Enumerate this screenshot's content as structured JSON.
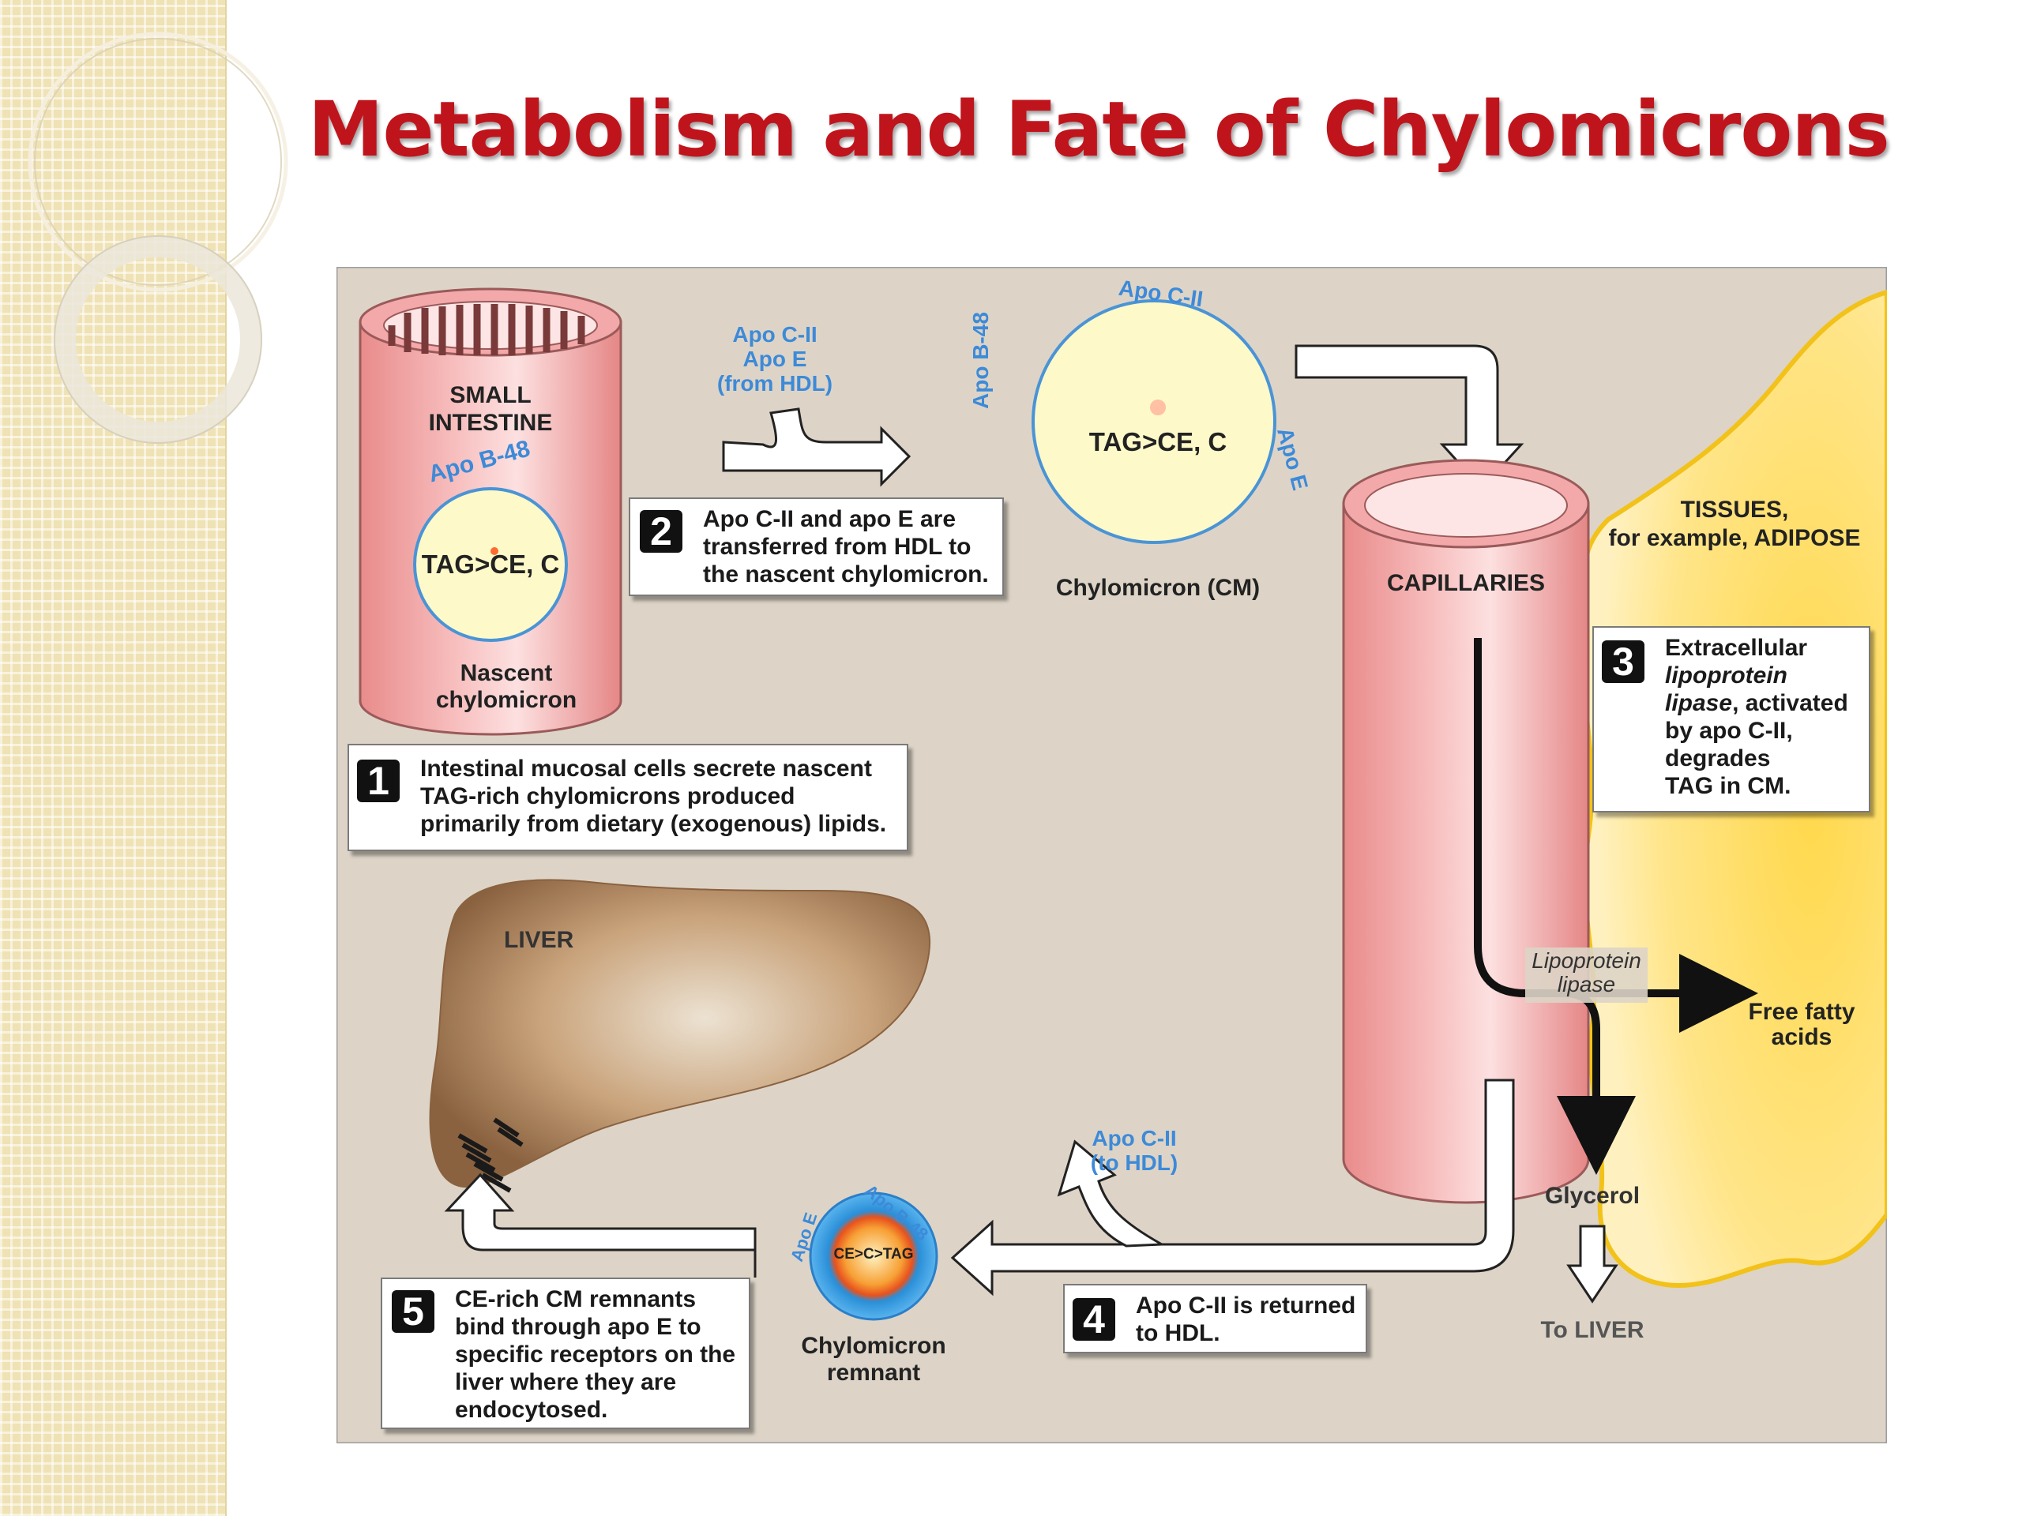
{
  "slide": {
    "title": "Metabolism and Fate of Chylomicrons"
  },
  "diagram": {
    "organs": {
      "small_intestine": "SMALL\nINTESTINE",
      "capillaries": "CAPILLARIES",
      "tissues": "TISSUES,\nfor example, ADIPOSE",
      "liver": "LIVER"
    },
    "nascent": {
      "apo": "Apo B-48",
      "core": "TAG>CE, C",
      "label": "Nascent\nchylomicron"
    },
    "transfer_label": "Apo C-II\nApo E\n(from HDL)",
    "chylomicron": {
      "apo_top": "Apo C-II",
      "apo_left": "Apo B-48",
      "apo_right": "Apo E",
      "core": "TAG>CE, C",
      "label": "Chylomicron (CM)"
    },
    "lipase_label": "Lipoprotein\nlipase",
    "products": {
      "ffa": "Free fatty\nacids",
      "glycerol": "Glycerol",
      "to_liver": "To LIVER"
    },
    "return_label": "Apo C-II\n(to HDL)",
    "remnant": {
      "apo_left": "Apo E",
      "apo_right": "Apo B-48",
      "core": "CE>C>TAG",
      "label": "Chylomicron\nremnant"
    },
    "steps": [
      {
        "num": "1",
        "text": "Intestinal mucosal cells secrete nascent\nTAG-rich chylomicrons produced\nprimarily from dietary (exogenous) lipids."
      },
      {
        "num": "2",
        "text": "Apo C-II and apo E are\ntransferred from HDL to\nthe nascent chylomicron."
      },
      {
        "num": "3",
        "line1": "Extracellular",
        "line2": "lipoprotein",
        "line3_em": "lipase",
        "line3_rest": ", activated",
        "line4": "by apo C-II,",
        "line5": "degrades",
        "line6": "TAG in CM."
      },
      {
        "num": "4",
        "text": "Apo C-II is returned\nto HDL."
      },
      {
        "num": "5",
        "text": "CE-rich CM remnants\nbind through apo E to\nspecific receptors on the\nliver where they are\nendocytosed."
      }
    ]
  }
}
